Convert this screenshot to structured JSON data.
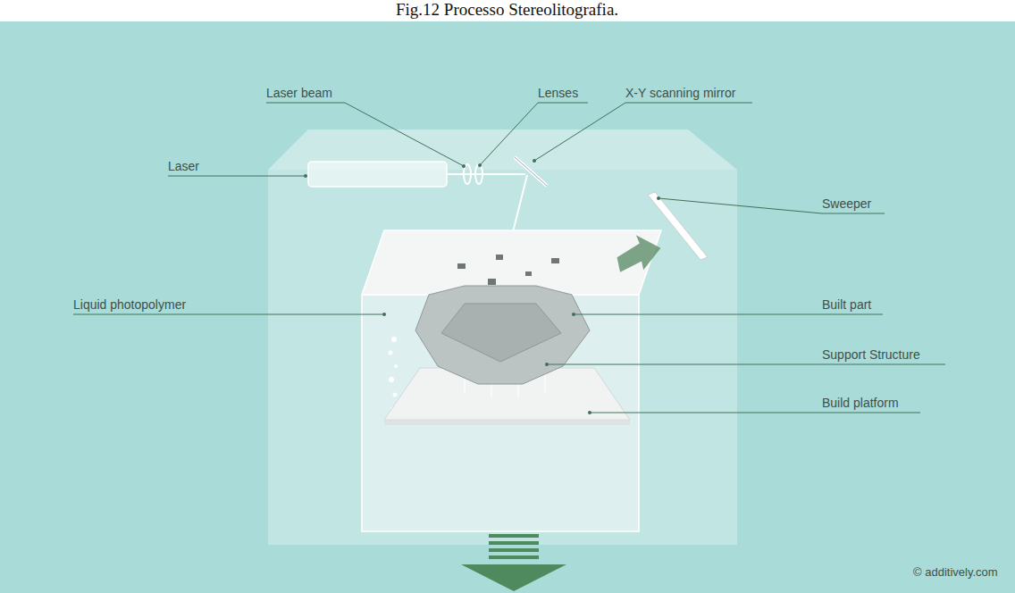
{
  "diagram": {
    "title": "Fig.12 Processo Stereolitografia.",
    "labels": [
      "Laser",
      "Laser beam",
      "Lenses",
      "X-Y scanning mirror",
      "Sweeper",
      "Liquid photopolymer",
      "Built part",
      "Support Structure",
      "Build platform",
      "© additively.com"
    ]
  }
}
